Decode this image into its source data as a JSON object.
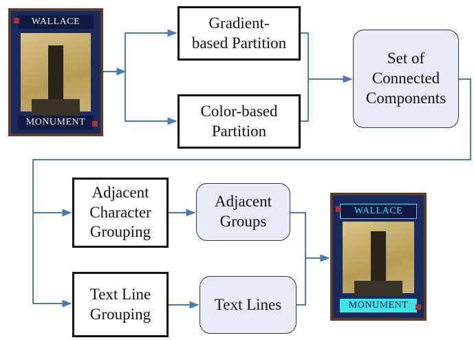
{
  "nodes": {
    "gradient_partition": "Gradient-\nbased Partition",
    "color_partition": "Color-based\nPartition",
    "connected_components": "Set of\nConnected\nComponents",
    "adjacent_char_grouping": "Adjacent\nCharacter\nGrouping",
    "text_line_grouping": "Text Line\nGrouping",
    "adjacent_groups": "Adjacent\nGroups",
    "text_lines": "Text Lines"
  },
  "input_image": {
    "top_text": "WALLACE",
    "bottom_text": "MONUMENT"
  },
  "output_image": {
    "top_text": "WALLACE",
    "bottom_text": "MONUMENT",
    "highlight_color": "#39e6e6"
  },
  "colors": {
    "arrow": "#4a78b8",
    "round_fill": "#e6ebf7"
  }
}
